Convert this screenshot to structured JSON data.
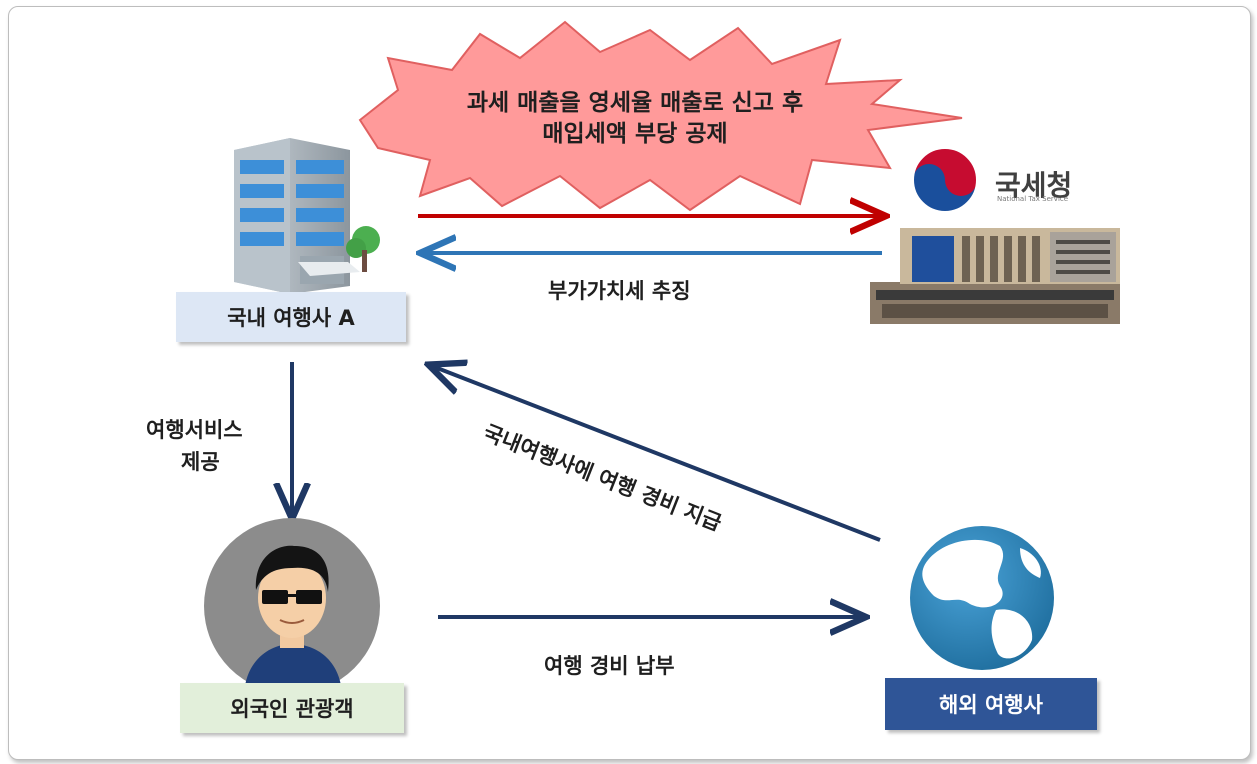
{
  "burst": {
    "line1": "과세 매출을 영세율 매출로 신고 후",
    "line2": "매입세액 부당 공제"
  },
  "nodes": {
    "agency_a": "국내 여행사 A",
    "tourist": "외국인 관광객",
    "overseas": "해외 여행사",
    "nts_logo_text": "국세청",
    "nts_logo_sub": "National Tax Service"
  },
  "edges": {
    "vat_collection": "부가가치세 추징",
    "service_line1": "여행서비스",
    "service_line2": "제공",
    "expense_payment": "여행 경비 납부",
    "expense_to_domestic": "국내여행사에 여행 경비 지급"
  },
  "colors": {
    "red_arrow": "#c00000",
    "blue_arrow": "#2e75b6",
    "navy_arrow": "#1f3864",
    "burst_fill": "#ff9999",
    "agency_box": "#dde7f5",
    "tourist_box": "#e2efda",
    "overseas_box": "#2f5597"
  }
}
